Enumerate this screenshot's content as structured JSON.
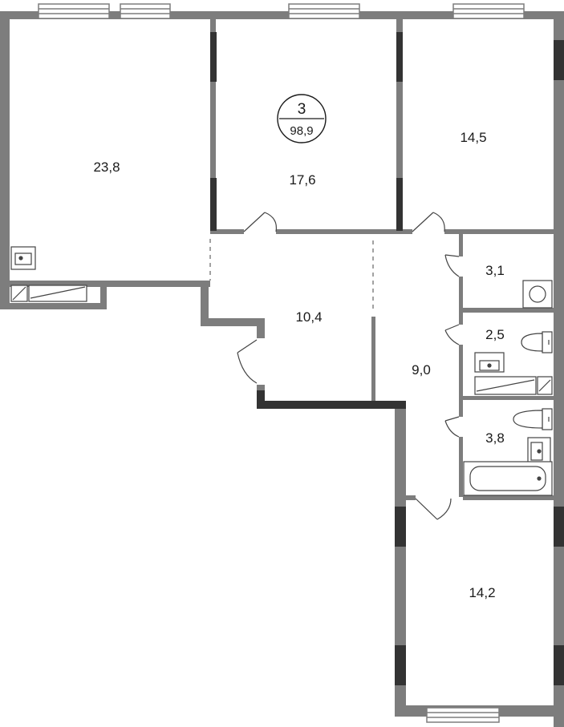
{
  "plan": {
    "badge": {
      "rooms": "3",
      "total_area": "98,9"
    },
    "rooms": [
      {
        "id": "living-23",
        "area": "23,8"
      },
      {
        "id": "bedroom-17",
        "area": "17,6"
      },
      {
        "id": "bedroom-14-5",
        "area": "14,5"
      },
      {
        "id": "hall-10",
        "area": "10,4"
      },
      {
        "id": "corridor-9",
        "area": "9,0"
      },
      {
        "id": "utility-3-1",
        "area": "3,1"
      },
      {
        "id": "wc-2-5",
        "area": "2,5"
      },
      {
        "id": "bath-3-8",
        "area": "3,8"
      },
      {
        "id": "bedroom-14-2",
        "area": "14,2"
      }
    ]
  },
  "colors": {
    "wall": "#7d7d7d",
    "wall_dark": "#333333",
    "line": "#444444",
    "background": "#ffffff"
  }
}
